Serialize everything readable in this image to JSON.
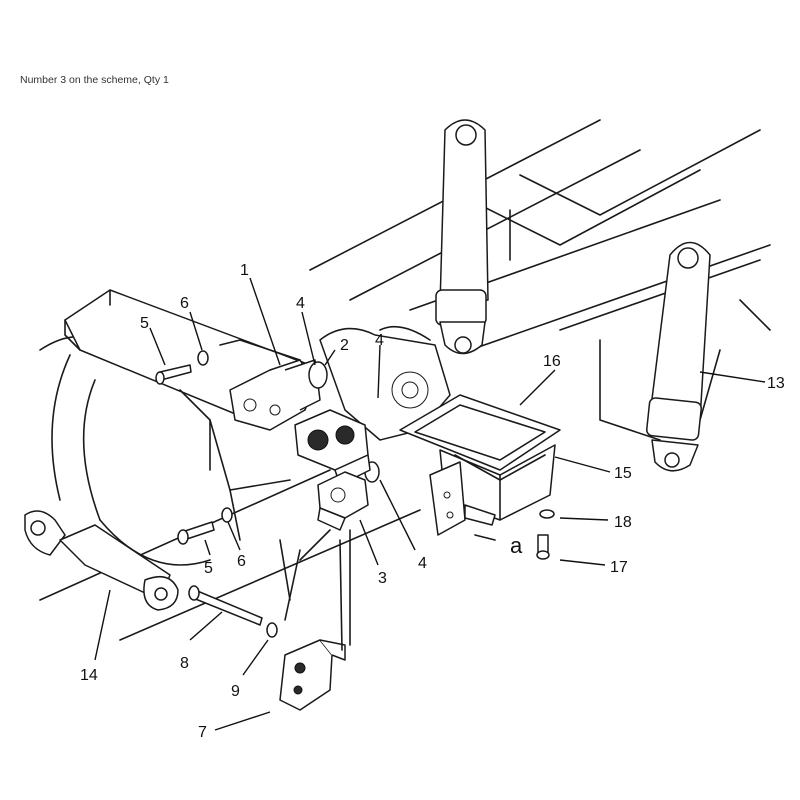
{
  "caption": "Number 3 on the scheme, Qty 1",
  "callouts": [
    "1",
    "2",
    "3",
    "4",
    "4",
    "4",
    "5",
    "5",
    "6",
    "6",
    "7",
    "8",
    "9",
    "13",
    "14",
    "15",
    "16",
    "17",
    "18",
    "a"
  ]
}
